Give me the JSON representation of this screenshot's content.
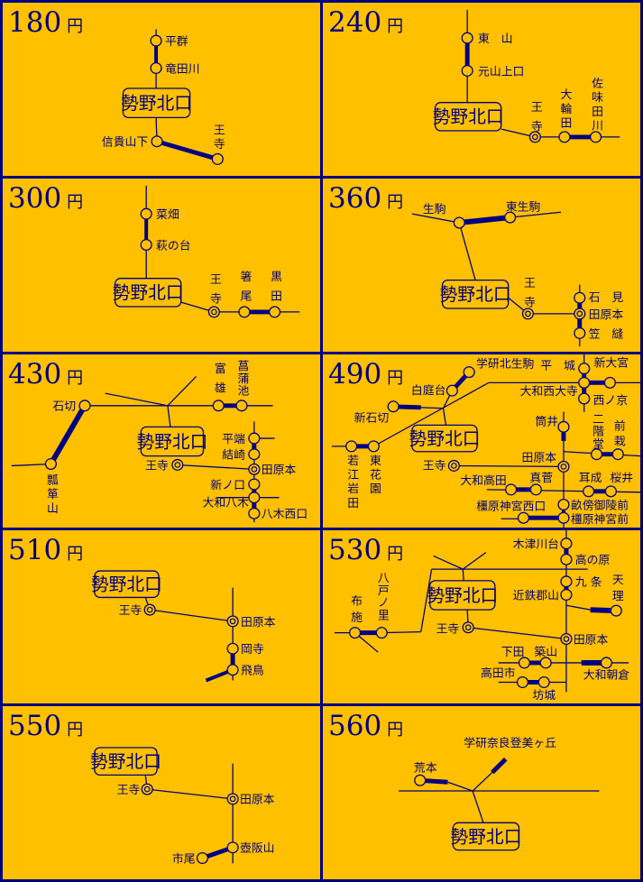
{
  "colors": {
    "background": "#ffc000",
    "line": "#000080"
  },
  "hub": "勢野北口",
  "currency": "円",
  "panels": [
    {
      "fare": "180",
      "stations": [
        "平群",
        "竜田川",
        "信貴山下",
        "王寺"
      ]
    },
    {
      "fare": "240",
      "stations": [
        "東　山",
        "元山上口",
        "王寺",
        "大輪田",
        "佐味田川"
      ]
    },
    {
      "fare": "300",
      "stations": [
        "菜畑",
        "萩の台",
        "王寺",
        "箸尾",
        "黒田"
      ]
    },
    {
      "fare": "360",
      "stations": [
        "生駒",
        "東生駒",
        "王寺",
        "石　見",
        "田原本",
        "笠　縫"
      ]
    },
    {
      "fare": "430",
      "stations": [
        "石切",
        "瓢箪山",
        "富雄",
        "菖蒲池",
        "平端",
        "結崎",
        "王寺",
        "田原本",
        "新ノ口",
        "大和八木",
        "八木西口"
      ]
    },
    {
      "fare": "490",
      "stations": [
        "学研北生駒",
        "白庭台",
        "新石切",
        "若江岩田",
        "東花園",
        "平　城",
        "新大宮",
        "大和西大寺",
        "西ノ京",
        "筒井",
        "二階堂",
        "前栽",
        "田原本",
        "王寺",
        "大和高田",
        "真菅",
        "耳成",
        "桜井",
        "畝傍御陵前",
        "橿原神宮前",
        "橿原神宮西口"
      ]
    },
    {
      "fare": "510",
      "stations": [
        "王寺",
        "田原本",
        "岡寺",
        "飛鳥"
      ]
    },
    {
      "fare": "530",
      "stations": [
        "木津川台",
        "高の原",
        "九 条",
        "近鉄郡山",
        "天理",
        "王寺",
        "田原本",
        "布施",
        "八戸ノ里",
        "下田",
        "築山",
        "大和朝倉",
        "高田市",
        "坊城"
      ]
    },
    {
      "fare": "550",
      "stations": [
        "王寺",
        "田原本",
        "壺阪山",
        "市尾"
      ]
    },
    {
      "fare": "560",
      "stations": [
        "荒本",
        "学研奈良登美ヶ丘"
      ]
    }
  ]
}
